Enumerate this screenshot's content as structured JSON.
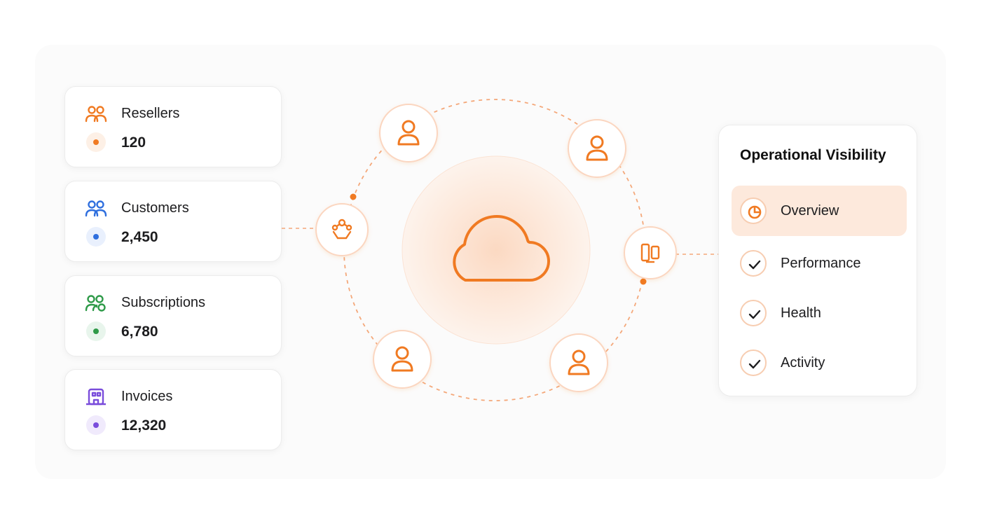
{
  "stats": [
    {
      "label": "Resellers",
      "value": "120",
      "icon": "group-icon",
      "color": "#f07a22",
      "tint": "#fdf0e6"
    },
    {
      "label": "Customers",
      "value": "2,450",
      "icon": "group-icon",
      "color": "#2f6fde",
      "tint": "#e9f0fd"
    },
    {
      "label": "Subscriptions",
      "value": "6,780",
      "icon": "subscription-group-icon",
      "color": "#2e9a48",
      "tint": "#e8f5ec"
    },
    {
      "label": "Invoices",
      "value": "12,320",
      "icon": "building-icon",
      "color": "#7a4ddb",
      "tint": "#f0eafc"
    }
  ],
  "diagram": {
    "center_icon": "cloud-icon",
    "nodes": [
      "user-icon",
      "user-icon",
      "user-icon",
      "user-icon"
    ],
    "left_connector_icon": "network-icon",
    "right_connector_icon": "devices-icon"
  },
  "panel": {
    "title": "Operational Visibility",
    "items": [
      {
        "label": "Overview",
        "icon": "pie-chart-icon",
        "active": true
      },
      {
        "label": "Performance",
        "icon": "check-icon",
        "active": false
      },
      {
        "label": "Health",
        "icon": "check-icon",
        "active": false
      },
      {
        "label": "Activity",
        "icon": "check-icon",
        "active": false
      }
    ]
  },
  "colors": {
    "accent": "#f07a22",
    "accent_soft": "#fde9dc",
    "ring": "#f4a87a"
  }
}
